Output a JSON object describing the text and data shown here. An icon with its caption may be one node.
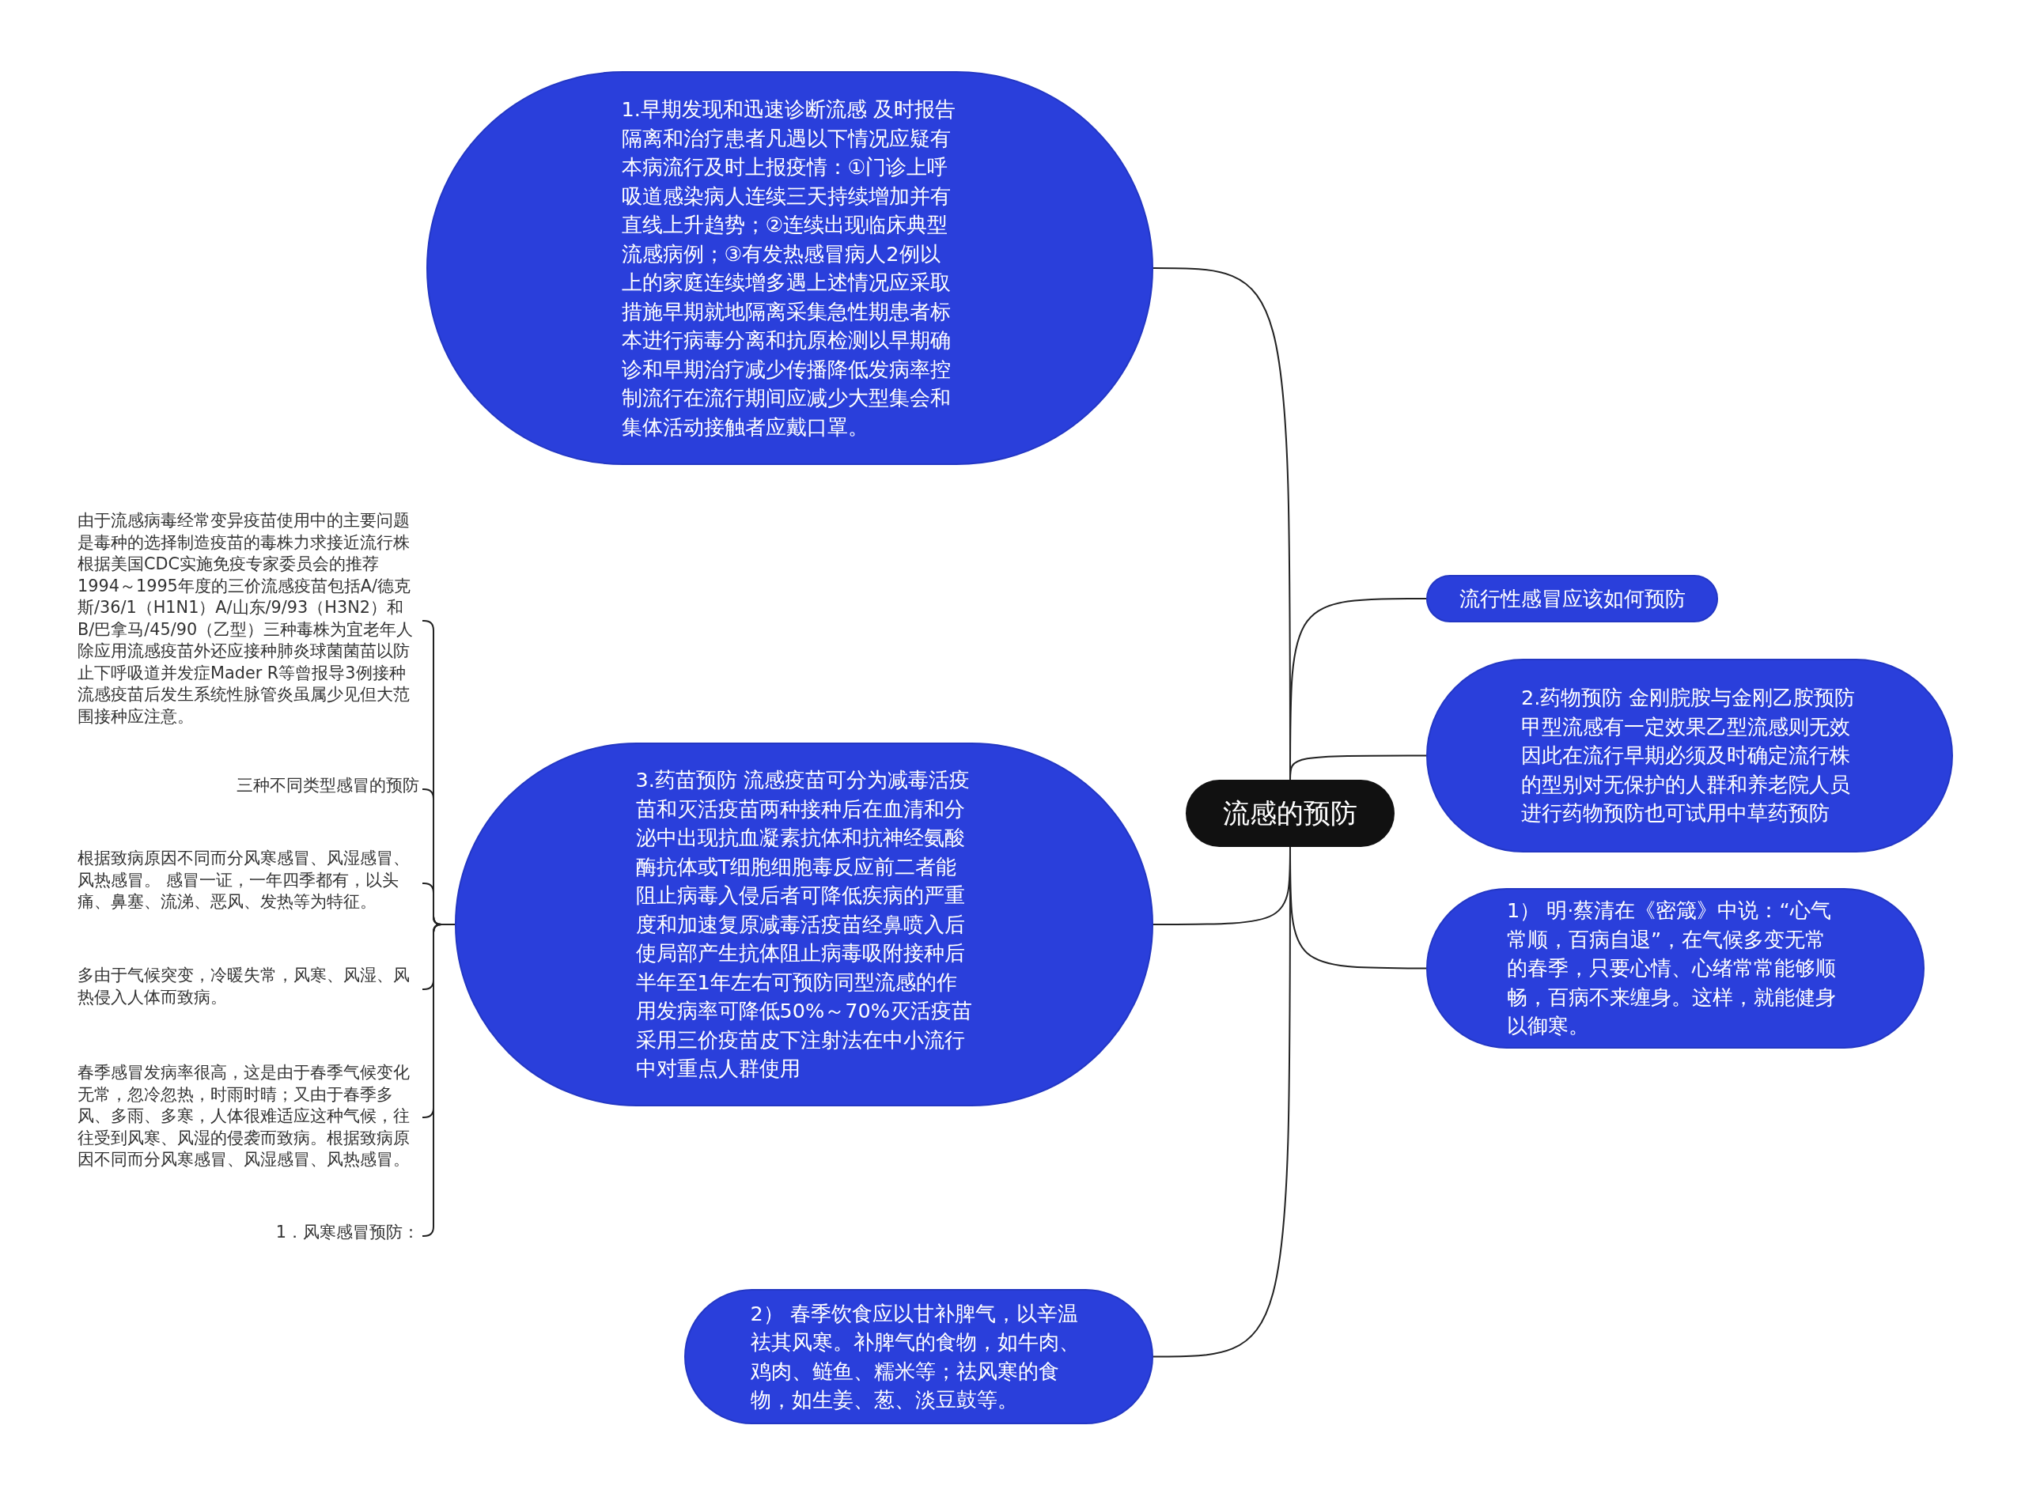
{
  "diagram": {
    "nodes": [
      {
        "text": [
          "流感的预防"
        ]
      },
      {
        "text": [
          "1.早期发现和迅速诊断流感 及时报告隔离和治疗患者凡遇以下情况应疑有本病流行及时上报疫情：①门诊上呼吸道感染病人连续三天持续增加并有直线上升趋势；②连续出现临床典型流感病例；③有发热感冒病人2例以上的家庭连续增多遇上述情况应采取措施早期就地隔离采集急性期患者标本进行病毒分离和抗原检测以早期确诊和早期治疗减少传播降低发病率控制流行在流行期间应减少大型集会和集体活动接触者应戴口罩。"
        ]
      },
      {
        "text": [
          "流行性感冒应该如何预防"
        ]
      },
      {
        "text": [
          "2.药物预防 金刚脘胺与金刚乙胺预防甲型流感有一定效果乙型流感则无效因此在流行早期必须及时确定流行株的型别对无保护的人群和养老院人员进行药物预防也可试用中草药预防"
        ]
      },
      {
        "text": [
          "3.药苗预防 流感疫苗可分为减毒活疫苗和灭活疫苗两种接种后在血清和分泌中出现抗血凝素抗体和抗神经氨酸酶抗体或T细胞细胞毒反应前二者能阻止病毒入侵后者可降低疾病的严重度和加速复原减毒活疫苗经鼻喷入后使局部产生抗体阻止病毒吸附接种后半年至1年左右可预防同型流感的作用发病率可降低50%～70%灭活疫苗采用三价疫苗皮下注射法在中小流行中对重点人群使用"
        ]
      },
      {
        "text": [
          "1） 明·蔡清在《密箴》中说：“心气常顺，百病自退”，在气候多变无常的春季，只要心情、心绪常常能够顺畅，百病不来缠身。这样，就能健身以御寒。"
        ]
      },
      {
        "text": [
          "2） 春季饮食应以甘补脾气，以辛温祛其风寒。补脾气的食物，如牛肉、鸡肉、鲢鱼、糯米等；祛风寒的食物，如生姜、葱、淡豆鼓等。"
        ]
      },
      {
        "text": [
          "由于流感病毒经常变异疫苗使用中的主要问题是毒种的选择制造疫苗的毒株力求接近流行株根据美国CDC实施免疫专家委员会的推荐1994～1995年度的三价流感疫苗包括A/德克斯/36/1（H1N1）A/山东/9/93（H3N2）和B/巴拿马/45/90（乙型）三种毒株为宜老年人除应用流感疫苗外还应接种肺炎球菌菌苗以防止下呼吸道并发症Mader R等曾报导3例接种流感疫苗后发生系统性脉管炎虽属少见但大范围接种应注意。"
        ]
      },
      {
        "text": [
          "三种不同类型感冒的预防"
        ]
      },
      {
        "text": [
          "根据致病原因不同而分风寒感冒、风湿感冒、风热感冒。 感冒一证，一年四季都有，以头痛、鼻塞、流涕、恶风、发热等为特征。"
        ]
      },
      {
        "text": [
          "多由于气候突变，冷暖失常，风寒、风湿、风热侵入人体而致病。"
        ]
      },
      {
        "text": [
          "春季感冒发病率很高，这是由于春季气候变化无常，忽冷忽热，时雨时晴；又由于春季多风、多雨、多寒，人体很难适应这种气候，往往受到风寒、风湿的侵袭而致病。根据致病原因不同而分风寒感冒、风湿感冒、风热感冒。"
        ]
      },
      {
        "text": [
          "1．风寒感冒预防："
        ]
      }
    ],
    "edges": [
      {
        "from": 0,
        "to": 1,
        "arrow": "none"
      },
      {
        "from": 0,
        "to": 2,
        "arrow": "none"
      },
      {
        "from": 0,
        "to": 3,
        "arrow": "none"
      },
      {
        "from": 0,
        "to": 4,
        "arrow": "none"
      },
      {
        "from": 0,
        "to": 5,
        "arrow": "none"
      },
      {
        "from": 0,
        "to": 6,
        "arrow": "none"
      },
      {
        "from": 4,
        "to": 7,
        "arrow": "none"
      },
      {
        "from": 4,
        "to": 8,
        "arrow": "none"
      },
      {
        "from": 4,
        "to": 9,
        "arrow": "none"
      },
      {
        "from": 4,
        "to": 10,
        "arrow": "none"
      },
      {
        "from": 4,
        "to": 11,
        "arrow": "none"
      },
      {
        "from": 4,
        "to": 12,
        "arrow": "none"
      }
    ]
  }
}
